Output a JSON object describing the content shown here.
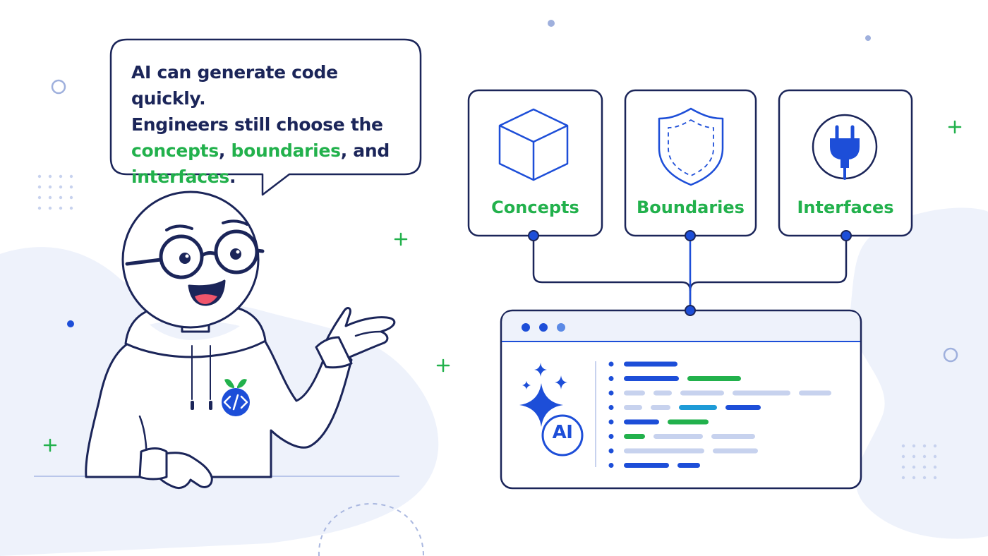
{
  "colors": {
    "navy": "#1b2559",
    "blue": "#1d4ed8",
    "green": "#22b14c",
    "blob": "#eef2fb",
    "code_light": "#c7d2ee",
    "code_teal": "#1e9bd7"
  },
  "speech": {
    "line1": "AI can generate code quickly.",
    "line2": "Engineers still choose the",
    "concepts": "concepts",
    "sep1": ", ",
    "boundaries": "boundaries",
    "sep2": ", and",
    "interfaces": "interfaces",
    "end": "."
  },
  "cards": [
    {
      "label": "Concepts",
      "icon": "cube-icon"
    },
    {
      "label": "Boundaries",
      "icon": "shield-icon"
    },
    {
      "label": "Interfaces",
      "icon": "plug-icon"
    }
  ],
  "window": {
    "badge": "AI",
    "code_lines": [
      [
        {
          "w": 76,
          "c": "blue"
        }
      ],
      [
        {
          "w": 78,
          "c": "blue"
        },
        {
          "w": 76,
          "c": "green"
        }
      ],
      [
        {
          "w": 30,
          "c": "light"
        },
        {
          "w": 26,
          "c": "light"
        },
        {
          "w": 62,
          "c": "light"
        },
        {
          "w": 82,
          "c": "light"
        },
        {
          "w": 46,
          "c": "light"
        }
      ],
      [
        {
          "w": 26,
          "c": "light"
        },
        {
          "w": 28,
          "c": "light"
        },
        {
          "w": 54,
          "c": "teal"
        },
        {
          "w": 50,
          "c": "blue"
        }
      ],
      [
        {
          "w": 50,
          "c": "blue"
        },
        {
          "w": 58,
          "c": "green"
        }
      ],
      [
        {
          "w": 30,
          "c": "green"
        },
        {
          "w": 70,
          "c": "light"
        },
        {
          "w": 62,
          "c": "light"
        }
      ],
      [
        {
          "w": 114,
          "c": "light"
        },
        {
          "w": 64,
          "c": "light"
        }
      ],
      [
        {
          "w": 64,
          "c": "blue"
        },
        {
          "w": 32,
          "c": "blue"
        }
      ]
    ]
  },
  "character": {
    "hoodie_logo": "code-brackets-icon"
  }
}
